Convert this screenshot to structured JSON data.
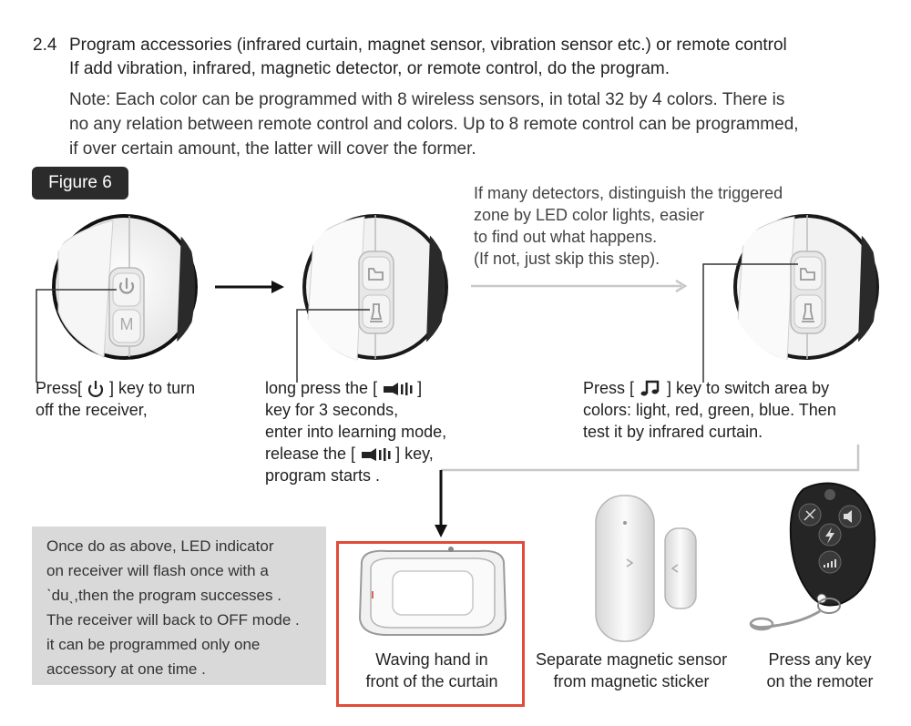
{
  "section": {
    "number": "2.4",
    "title": "Program accessories (infrared curtain, magnet sensor, vibration sensor etc.) or remote control",
    "subtitle": "If add vibration, infrared, magnetic detector, or remote control, do the program."
  },
  "note": {
    "label": "Note:",
    "lines": [
      " Each color can be programmed with 8 wireless sensors, in total 32 by 4 colors. There is",
      "no any relation between remote control and colors. Up to 8 remote control can be programmed,",
      "if over certain amount, the latter will cover the former."
    ]
  },
  "figure_badge": "Figure 6",
  "tip": {
    "lines": [
      "If many detectors, distinguish the triggered",
      "zone by LED color lights, easier",
      "to find out what happens.",
      "(If not, just skip this step)."
    ]
  },
  "step1": {
    "pre": "Press[",
    "post": "] key to turn",
    "line2": "off the receiver,"
  },
  "step2": {
    "l1_pre": "long press the [",
    "l1_post": "]",
    "l2": "key for 3 seconds,",
    "l3": "enter into learning mode,",
    "l4_pre": "release the [",
    "l4_post": "] key,",
    "l5": "program starts ."
  },
  "step3": {
    "l1_pre": "Press [",
    "l1_post": "] key to switch area by",
    "l2": "colors: light, red, green, blue. Then",
    "l3": "test it by infrared curtain."
  },
  "result": {
    "lines": [
      "Once do as above, LED indicator",
      "on receiver will flash once with a",
      "ˋduˎ,then the program successes .",
      "The receiver will back to OFF mode .",
      "it can be programmed only one",
      "accessory at one time ."
    ]
  },
  "captions": {
    "curtain": [
      "Waving hand in",
      "front of the curtain"
    ],
    "magnet": [
      "Separate magnetic sensor",
      "from magnetic sticker"
    ],
    "remote": [
      "Press any key",
      "on the remoter"
    ]
  },
  "button_letter": "M",
  "colors": {
    "highlight_frame": "#e24a3a",
    "badge": "#2b2b2b",
    "note_box": "#d9d9d9"
  },
  "icons": [
    "power-icon",
    "speaker-icon",
    "music-note-icon",
    "siren-icon",
    "lightning-icon",
    "mute-icon",
    "signal-icon"
  ]
}
